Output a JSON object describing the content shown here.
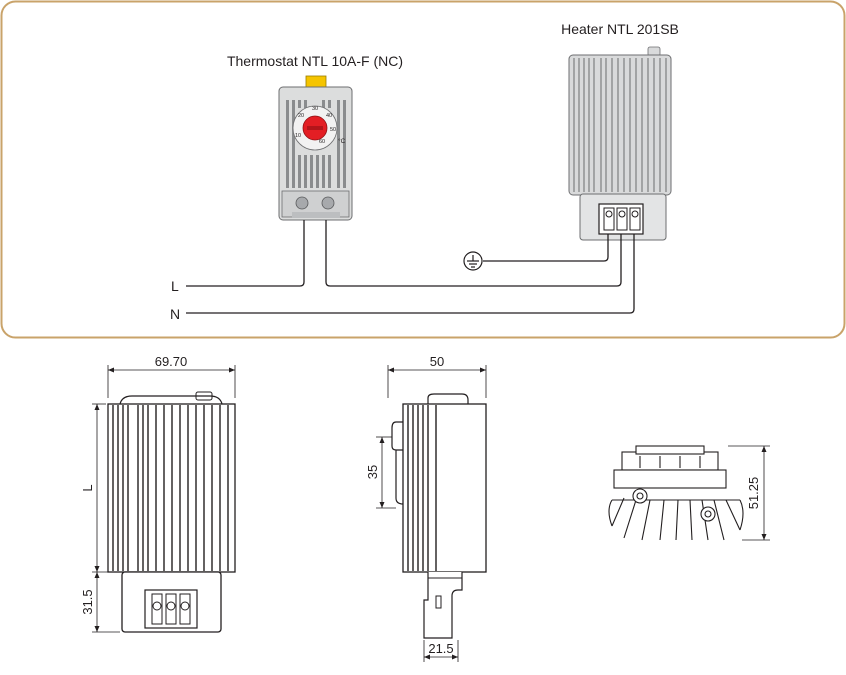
{
  "wiring": {
    "thermostat_title": "Thermostat NTL 10A-F (NC)",
    "heater_title": "Heater NTL 201SB",
    "line_L": "L",
    "line_N": "N",
    "dial_unit": "°C",
    "dial_scale": [
      "10",
      "20",
      "30",
      "40",
      "50",
      "60"
    ]
  },
  "dimensions": {
    "front_width": "69.70",
    "front_length": "L",
    "front_terminal_height": "31.5",
    "side_width": "50",
    "side_clip_height": "35",
    "side_terminal_width": "21.5",
    "top_height": "51.25"
  },
  "colors": {
    "frame": "#c9a36a",
    "wire": "#231f20",
    "dial": "#e31e24",
    "tab": "#f5c400",
    "body": "#d9dadb",
    "fin": "#8a8c8e"
  }
}
